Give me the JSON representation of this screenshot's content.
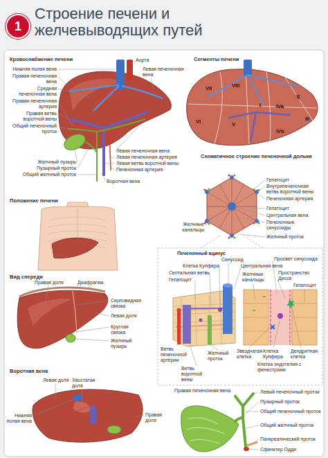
{
  "diagram": {
    "title": "Строение печени и желчевыводящих путей",
    "nodes": [
      {
        "text": [
          "1"
        ]
      }
    ],
    "labels": [
      "Кровоснабжение печени",
      "Нижняя полая вена",
      "Аорта",
      "Правая печеночная вена",
      "Левая печеночная вена",
      "Средняя печеночная вена",
      "Правая печеночная артерия",
      "Правая ветвь воротной вены",
      "Общий печеночный проток",
      "Желчный пузырь",
      "Пузырный проток",
      "Общий желчный проток",
      "Левая печеночная вена",
      "Левая печеночная артерия",
      "Левая ветвь воротной вены",
      "Печеночная артерия",
      "Воротная вена",
      "Сегменты печени",
      "VII",
      "VIII",
      "II",
      "I",
      "IVa",
      "III",
      "VI",
      "V",
      "IVb",
      "Схематичное строение печеночной дольки",
      "Гепатоцит",
      "Внутрипеченочная ветвь воротной вены",
      "Печеночная артерия",
      "Гепатоцит",
      "Центральная вена",
      "Печеночные синусоиды",
      "Желчные канальцы",
      "Желчный проток",
      "Положение печени",
      "Печеночный ацинус",
      "Синусоид",
      "Клетка Купфера",
      "Септальная ветвь",
      "Гепатоцит",
      "Центральная вена",
      "Просвет синусоида",
      "Желчные канальцы",
      "Пространство Диссе",
      "Гепатоцит",
      "Ветвь печеночной артерии",
      "Ветвь воротной вены",
      "Желчный проток",
      "Звездчатая клетка",
      "Клетка Купфера",
      "Дендритная клетка",
      "Клетка эндотелия с фенестрами",
      "Вид спереди",
      "Правая доля",
      "Диафрагма",
      "Серповидная связка",
      "Левая доля",
      "Круглая связка",
      "Желчный пузырь",
      "Воротная вена",
      "Левая доля",
      "Хвостатая доля",
      "Нижняя полая вена",
      "Правая доля",
      "Правая печеночная вена",
      "Левый печеночный проток",
      "Пузырный проток",
      "Общий печеночный проток",
      "Общий желчный проток",
      "Панкреатический проток",
      "Сфинктер Одди"
    ]
  }
}
